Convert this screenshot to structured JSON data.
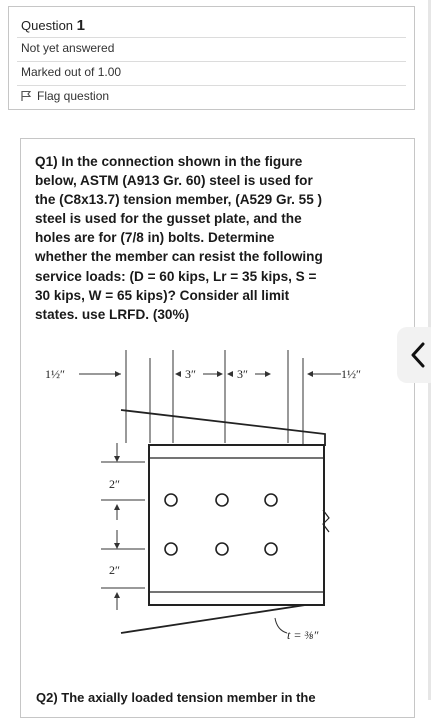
{
  "question_info": {
    "question_label": "Question",
    "question_number": "1",
    "status": "Not yet answered",
    "marks": "Marked out of 1.00",
    "flag_label": "Flag question"
  },
  "question": {
    "lines": [
      "Q1) In the connection shown in the figure",
      "below, ASTM (A913 Gr. 60) steel is used for",
      "the (C8x13.7) tension member, (A529 Gr. 55 )",
      "steel is used for the gusset plate, and the",
      "holes are for (7/8 in) bolts. Determine",
      "whether the member can resist the following",
      "service loads: (D = 60 kips, Lr = 35 kips, S =",
      "30 kips, W = 65 kips)? Consider all limit",
      "states. use LRFD. (30%)"
    ]
  },
  "figure": {
    "dim_left": "1½″",
    "dim_mid1": "3″",
    "dim_mid2": "3″",
    "dim_right": "1½″",
    "dim_v1": "2″",
    "dim_v2": "2″",
    "thickness": "t = ⅜″"
  },
  "next_question_cutoff": "Q2) The axially loaded tension member in the"
}
